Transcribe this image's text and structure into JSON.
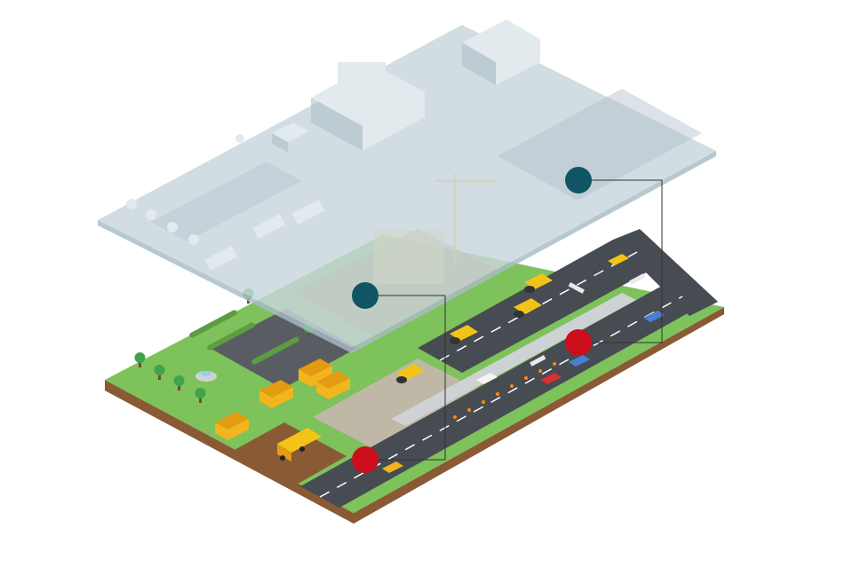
{
  "colors": {
    "background": "#ffffff",
    "ghost_layer": "#c9d6dd",
    "ghost_layer_edge": "#a9bcc6",
    "ghost_building": "#dce6eb",
    "ghost_shadow": "#9fb2bd",
    "grass": "#7dc25b",
    "grass_dark": "#5d9c40",
    "soil": "#8a5a35",
    "road": "#474b52",
    "road_line": "#ffffff",
    "sidewalk": "#cfd2d4",
    "gravel": "#bfb8a6",
    "plaza": "#595d63",
    "cabin": "#f2b51d",
    "cabin_roof": "#e39b12",
    "machine": "#f2c418",
    "construction_site": "#b07a4a",
    "scaffold": "#e8d85a",
    "tree": "#3fa34d",
    "trunk": "#7a4a26",
    "barrier": "#e9e9e9",
    "cone": "#ff8a00",
    "car_blue": "#4a7fd0",
    "car_red": "#d93030",
    "marker_teal": "#0f5566",
    "marker_red": "#cc0e1c",
    "leader_line": "#333333"
  },
  "icons": {
    "layer_marker": "circle-marker-icon",
    "tree": "tree-icon",
    "cabin": "site-cabin-icon",
    "roller": "road-roller-icon",
    "truck": "dump-truck-icon",
    "car": "car-icon",
    "fountain": "fountain-icon",
    "crane": "tower-crane-icon"
  },
  "markers": [
    {
      "id": "teal-upper",
      "color_key": "marker_teal"
    },
    {
      "id": "teal-center",
      "color_key": "marker_teal"
    },
    {
      "id": "red-right",
      "color_key": "marker_red"
    },
    {
      "id": "red-bottom",
      "color_key": "marker_red"
    }
  ]
}
